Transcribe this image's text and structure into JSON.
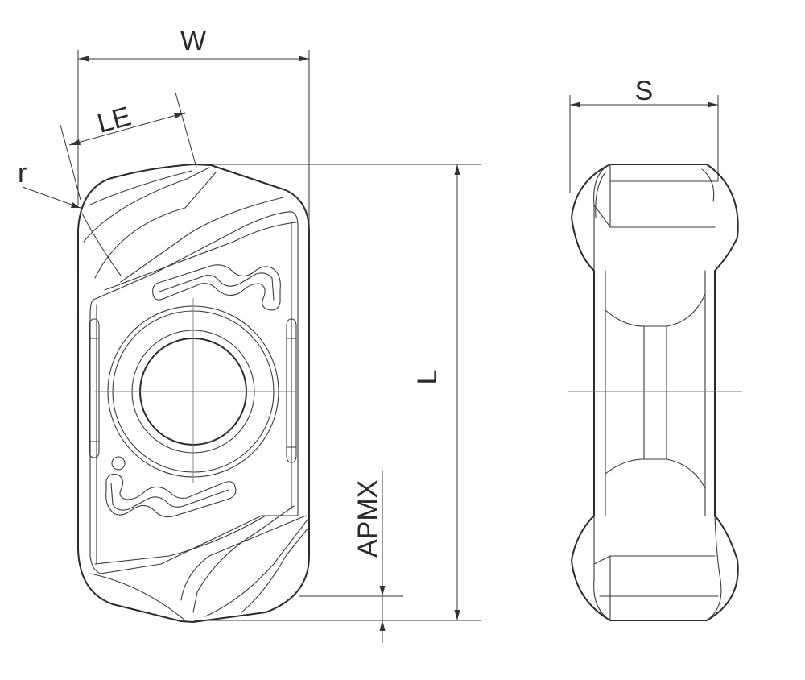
{
  "labels": {
    "w": "W",
    "le": "LE",
    "r": "r",
    "l": "L",
    "apmx": "APMX",
    "s": "S"
  },
  "colors": {
    "line": "#2b2b2b",
    "background": "#ffffff"
  }
}
